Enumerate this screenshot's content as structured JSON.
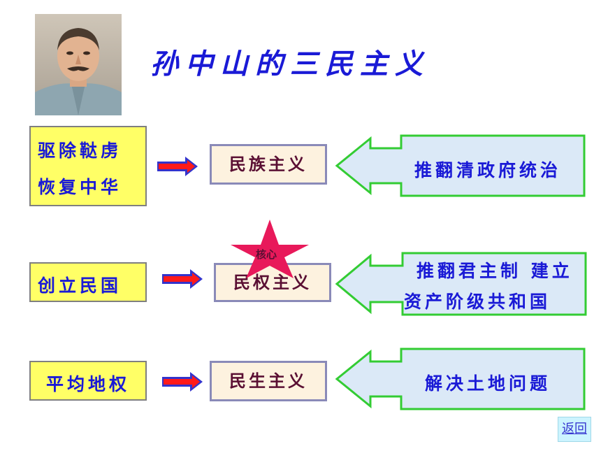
{
  "title": "孙中山的三民主义",
  "rows": [
    {
      "slogan_lines": [
        "驱除鞑虏",
        "恢复中华"
      ],
      "principle": "民族主义",
      "explanation_lines": [
        "推翻清政府统治"
      ]
    },
    {
      "slogan_lines": [
        "创立民国"
      ],
      "principle": "民权主义",
      "explanation_lines": [
        "推翻君主制  建立",
        "资产阶级共和国"
      ],
      "star_label": "核心"
    },
    {
      "slogan_lines": [
        "平均地权"
      ],
      "principle": "民生主义",
      "explanation_lines": [
        "解决土地问题"
      ]
    }
  ],
  "back_link": "返回",
  "colors": {
    "title": "#1a1ad6",
    "slogan_fill": "#ffff66",
    "principle_fill": "#fdf2df",
    "principle_text": "#5a0f33",
    "callout_border": "#33cc33",
    "callout_fill": "#dbe9f7",
    "arrow_red": "#ff1a1a",
    "arrow_blue": "#3333cc",
    "star": "#e8195a"
  },
  "icons": {
    "portrait": "portrait-photo",
    "connector": "right-arrow-icon",
    "emphasis": "star-icon"
  }
}
